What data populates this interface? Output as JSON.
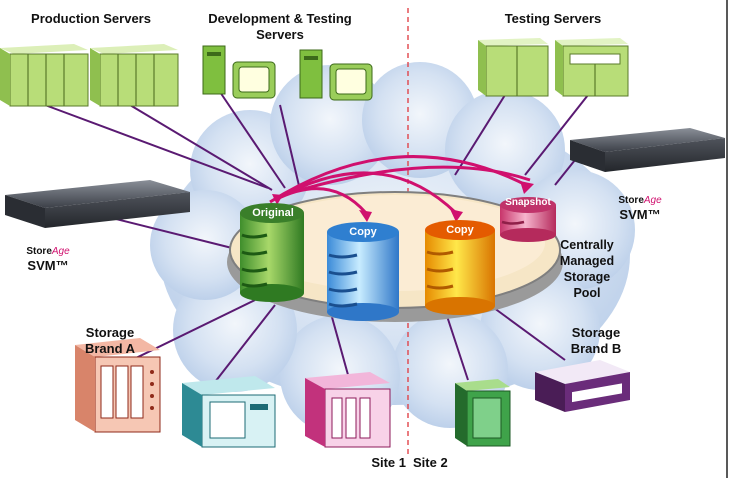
{
  "labels": {
    "production_servers": "Production Servers",
    "dev_testing_line1": "Development & Testing",
    "dev_testing_line2": "Servers",
    "testing_servers": "Testing Servers",
    "original": "Original",
    "copy_blue": "Copy",
    "copy_yellow": "Copy",
    "snapshot": "Snapshot",
    "pool_line1": "Centrally",
    "pool_line2": "Managed",
    "pool_line3": "Storage",
    "pool_line4": "Pool",
    "storage_a_line1": "Storage",
    "storage_a_line2": "Brand A",
    "storage_b_line1": "Storage",
    "storage_b_line2": "Brand B",
    "site1": "Site 1",
    "site2": "Site 2",
    "svm_left_brand": "Store",
    "svm_left_brand_script": "Age",
    "svm_left": "SVM™",
    "svm_right_brand": "Store",
    "svm_right_brand_script": "Age",
    "svm_right": "SVM™"
  },
  "colors": {
    "cloud": "#c9daf0",
    "arrow": "#d0106e",
    "link": "#5a1a72",
    "site_divider": "#e0444a",
    "server_green": "#b8dd78",
    "pool": "#f6e6c6"
  },
  "icons": {
    "production_server": "rack-server-icon",
    "dev_server": "tower-pc-icon",
    "svm_appliance": "rack-appliance-icon",
    "storage_array": "storage-array-icon"
  }
}
